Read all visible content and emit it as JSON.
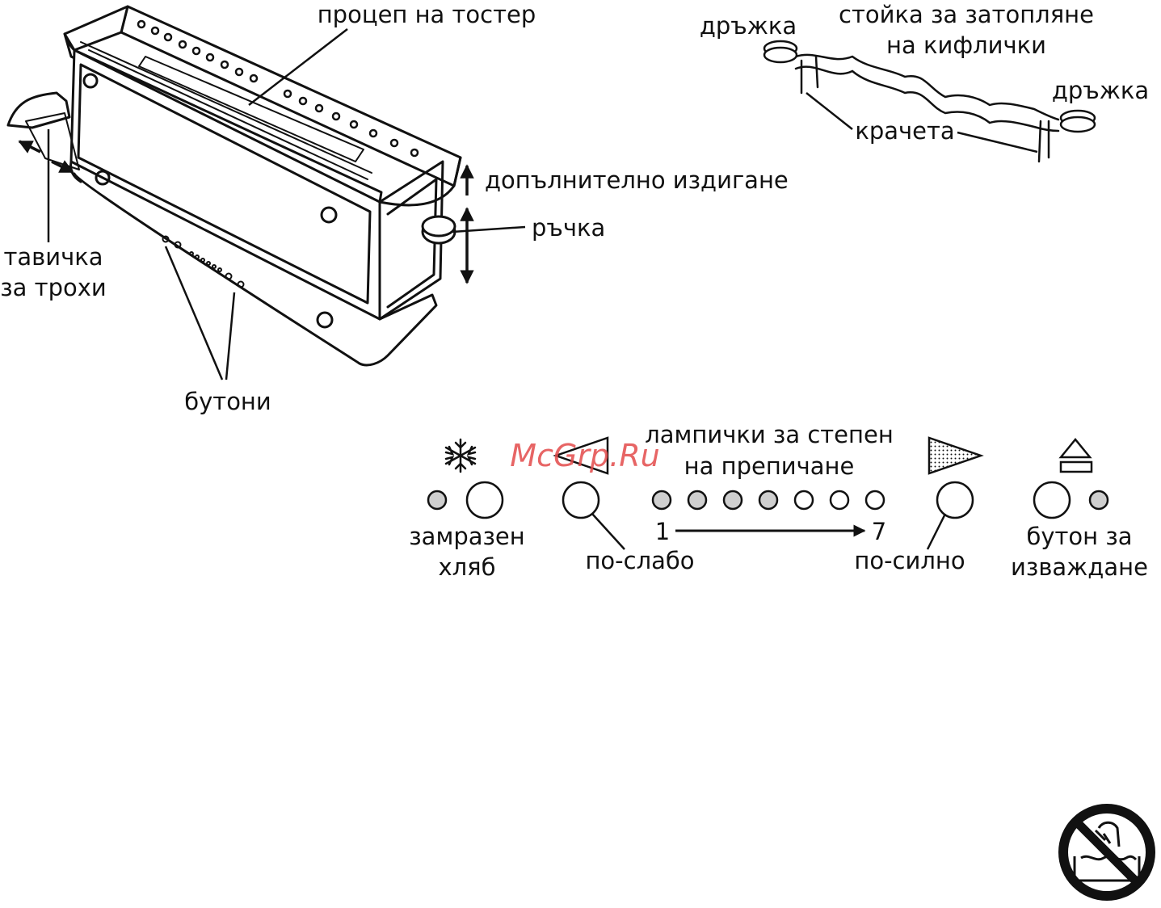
{
  "labels": {
    "slot": "процеп на тостер",
    "crumb_line1": "тавичка",
    "crumb_line2": "за трохи",
    "extra_lift": "допълнително издигане",
    "handle_lever": "ръчка",
    "buttons": "бутони",
    "rack_line1": "стойка за затопляне",
    "rack_line2": "на кифлички",
    "grip_left": "дръжка",
    "grip_right": "дръжка",
    "feet": "крачета"
  },
  "panel": {
    "lamps_line1": "лампички за степен",
    "lamps_line2": "на препичане",
    "frozen_line1": "замразен",
    "frozen_line2": "хляб",
    "lighter": "по-слабо",
    "darker": "по-силно",
    "eject_line1": "бутон за",
    "eject_line2": "изваждане",
    "scale_min": "1",
    "scale_max": "7",
    "lamps_total": 7,
    "lamps_lit": 4
  },
  "watermark": "McGrp.Ru",
  "icons": [
    "snowflake-icon",
    "lighter-triangle-icon",
    "darker-triangle-icon",
    "eject-icon",
    "no-immersion-icon"
  ],
  "colors": {
    "line": "#111111",
    "lamp_lit": "#cfcfcf",
    "watermark": "#e34b4b"
  }
}
